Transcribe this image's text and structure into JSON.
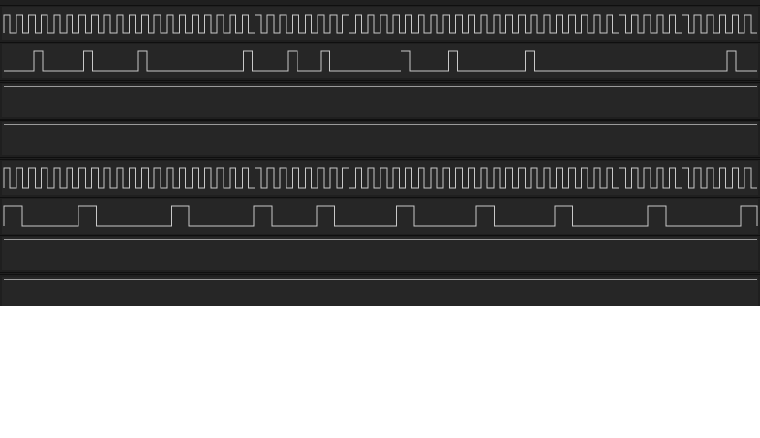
{
  "colors": {
    "background": "#1f1f1f",
    "lane": "#262626",
    "separator": "#0f0f0f",
    "trace": "#c8c8c8",
    "idle_line": "#9a9a9a"
  },
  "channels": [
    {
      "id": "ch1",
      "kind": "clock",
      "cycles": 60
    },
    {
      "id": "ch2",
      "kind": "pulse",
      "pulse_starts": [
        0.04,
        0.106,
        0.178,
        0.318,
        0.378,
        0.421,
        0.527,
        0.59,
        0.692,
        0.96
      ],
      "pulse_width": 0.012
    },
    {
      "id": "ch3",
      "kind": "idle"
    },
    {
      "id": "ch4",
      "kind": "idle"
    },
    {
      "id": "ch5",
      "kind": "clock",
      "cycles": 60
    },
    {
      "id": "ch6",
      "kind": "pulse",
      "pulse_starts": [
        0.0,
        0.099,
        0.222,
        0.332,
        0.415,
        0.521,
        0.627,
        0.731,
        0.855,
        0.978
      ],
      "pulse_width": 0.024
    },
    {
      "id": "ch7",
      "kind": "idle"
    },
    {
      "id": "ch8",
      "kind": "idle"
    }
  ]
}
